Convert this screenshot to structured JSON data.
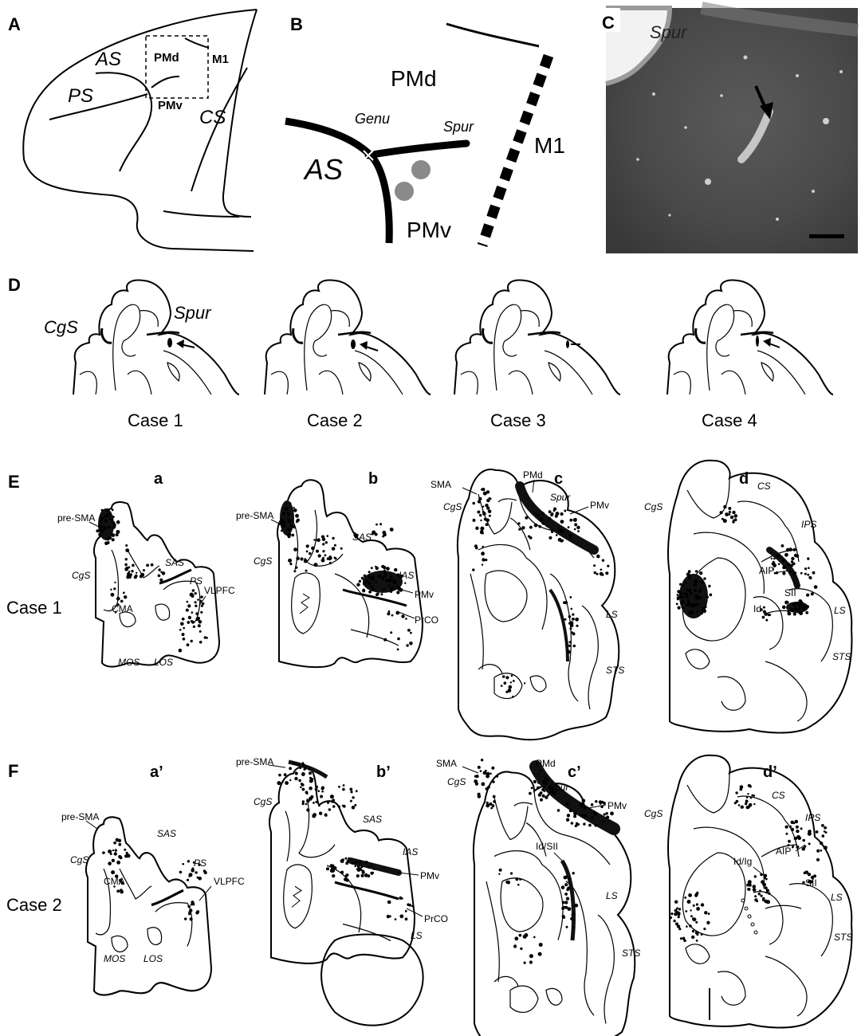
{
  "panels": {
    "A": "A",
    "B": "B",
    "C": "C",
    "D": "D",
    "E": "E",
    "F": "F"
  },
  "panelA": {
    "AS": "AS",
    "PS": "PS",
    "CS": "CS",
    "PMd": "PMd",
    "PMv": "PMv",
    "M1": "M1"
  },
  "panelB": {
    "PMd": "PMd",
    "PMv": "PMv",
    "M1": "M1",
    "AS": "AS",
    "Genu": "Genu",
    "Spur": "Spur"
  },
  "panelC": {
    "Spur": "Spur"
  },
  "panelD": {
    "CgS": "CgS",
    "Spur": "Spur",
    "cases": [
      "Case 1",
      "Case 2",
      "Case 3",
      "Case 4"
    ]
  },
  "panelE": {
    "row_label": "Case 1",
    "a": {
      "letter": "a",
      "preSMA": "pre-SMA",
      "CgS": "CgS",
      "SAS": "SAS",
      "PS": "PS",
      "CMA": "CMA",
      "VLPFC": "VLPFC",
      "MOS": "MOS",
      "LOS": "LOS"
    },
    "b": {
      "letter": "b",
      "preSMA": "pre-SMA",
      "CgS": "CgS",
      "SAS": "SAS",
      "IAS": "IAS",
      "PMv": "PMv",
      "PrCO": "PrCO"
    },
    "c": {
      "letter": "c",
      "SMA": "SMA",
      "PMd": "PMd",
      "CgS": "CgS",
      "Spur": "Spur",
      "PMv": "PMv",
      "LS": "LS",
      "STS": "STS"
    },
    "d": {
      "letter": "d",
      "CgS": "CgS",
      "CS": "CS",
      "IPS": "IPS",
      "AIP": "AIP",
      "SII": "SII",
      "Id": "Id",
      "LS": "LS",
      "STS": "STS"
    }
  },
  "panelF": {
    "row_label": "Case 2",
    "a": {
      "letter": "a’",
      "preSMA": "pre-SMA",
      "CgS": "CgS",
      "SAS": "SAS",
      "PS": "PS",
      "CMA": "CMA",
      "VLPFC": "VLPFC",
      "MOS": "MOS",
      "LOS": "LOS"
    },
    "b": {
      "letter": "b’",
      "preSMA": "pre-SMA",
      "CgS": "CgS",
      "SAS": "SAS",
      "IAS": "IAS",
      "PMv": "PMv",
      "PrCO": "PrCO",
      "LS": "LS"
    },
    "c": {
      "letter": "c’",
      "SMA": "SMA",
      "PMd": "PMd",
      "CgS": "CgS",
      "Spur": "Spur",
      "PMv": "PMv",
      "IdSII": "Id/SII",
      "LS": "LS",
      "STS": "STS"
    },
    "d": {
      "letter": "d’",
      "CgS": "CgS",
      "CS": "CS",
      "IPS": "IPS",
      "AIP": "AIP",
      "IdIg": "Id/Ig",
      "SII": "SII",
      "LS": "LS",
      "STS": "STS"
    }
  }
}
